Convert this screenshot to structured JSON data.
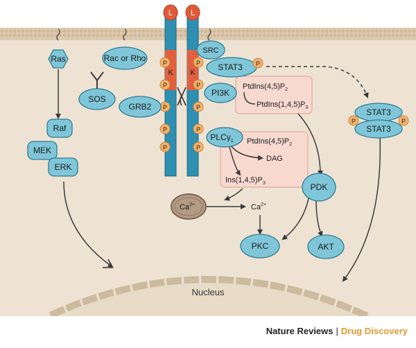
{
  "colors": {
    "cytoplasm": "#eee3d3",
    "membrane": "#dcc9af",
    "nodeFill": "#7fc6d8",
    "nodeStroke": "#2d7b93",
    "receptor": "#2f8fb0",
    "kinaseDomain": "#e2603f",
    "ligand": "#e05a3a",
    "phospho": "#f6b26b",
    "lipidBox": "#f7d9cf",
    "calcium": "#b39a84",
    "arrow": "#3a3a3a",
    "footerJournal": "#e3992d"
  },
  "labels": {
    "ligand": "L",
    "kinase": "K",
    "phospho": "P",
    "ras": "Ras",
    "rac_rho": "Rac or Rho",
    "sos": "SOS",
    "grb2": "GRB2",
    "raf": "Raf",
    "mek": "MEK",
    "erk": "ERK",
    "src": "SRC",
    "stat3": "STAT3",
    "pi3k": "PI3K",
    "plc_main": "PLCγ",
    "plc_sub": "1",
    "pip2_prefix": "PtdIns(4,5)P",
    "pip2_sub": "2",
    "pip3_prefix": "PtdIns(1,4,5)P",
    "pip3_sub": "3",
    "dag": "DAG",
    "ip3_prefix": "Ins(1,4,5)P",
    "ip3_sub": "3",
    "pdk": "PDK",
    "ca_main": "Ca",
    "ca_sup": "2+",
    "pkc": "PKC",
    "akt": "AKT",
    "nucleus": "Nucleus"
  },
  "footer": {
    "publisher": "Nature Reviews",
    "separator": "|",
    "journal": "Drug Discovery"
  }
}
